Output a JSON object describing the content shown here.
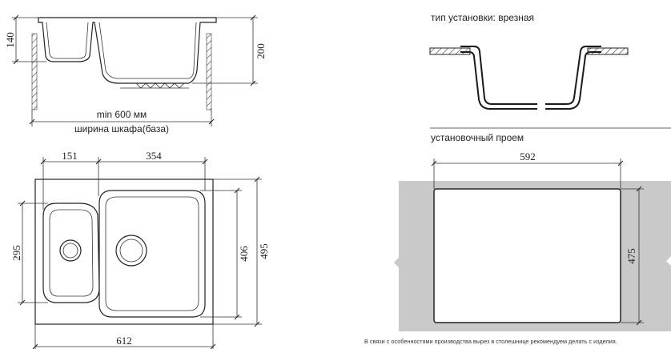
{
  "colors": {
    "line": "#222222",
    "hatch": "#333333",
    "countertop": "#c9c9c9",
    "cutout": "#ffffff"
  },
  "side_view": {
    "dim_small_bowl_depth": "140",
    "dim_large_bowl_depth": "200",
    "cabinet_min_label": "min 600 мм",
    "cabinet_width_label": "ширина шкафа(база)"
  },
  "top_view": {
    "dim_small_bowl_width": "151",
    "dim_large_bowl_width": "354",
    "dim_small_bowl_length": "295",
    "dim_large_bowl_length": "406",
    "dim_total_depth": "495",
    "dim_total_width": "612"
  },
  "install": {
    "type_label": "тип установки: врезная"
  },
  "cutout": {
    "title": "установочный проем",
    "dim_width": "592",
    "dim_height": "475",
    "note": "В связи с особенностями производства вырез в столешнице рекомендуем делать с изделия."
  }
}
